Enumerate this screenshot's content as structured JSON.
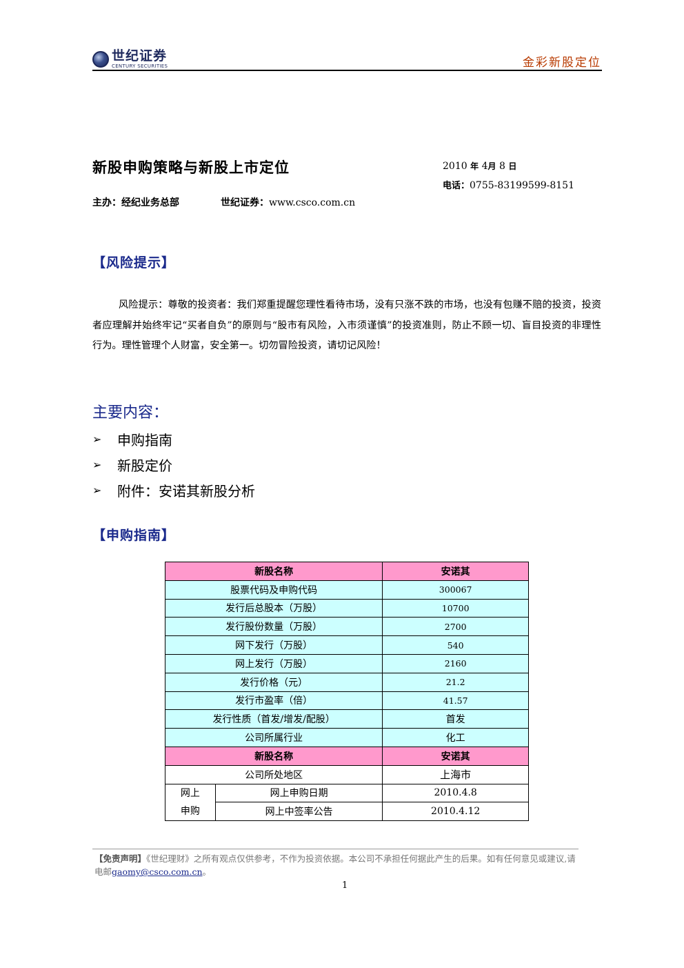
{
  "header": {
    "logo_cn": "世纪证券",
    "logo_en": "CENTURY SECURITIES",
    "right_title": "金彩新股定位"
  },
  "doc": {
    "title": "新股申购策略与新股上市定位",
    "date_year": "2010",
    "date_year_unit": "年",
    "date_month": "4",
    "date_month_unit": "月",
    "date_day": "8",
    "date_day_unit": "日",
    "phone_label": "电话：",
    "phone": "0755-83199599-8151",
    "host_label": "主办：",
    "host": "经纪业务总部",
    "site_label": "世纪证券：",
    "site": "www.csco.com.cn"
  },
  "risk": {
    "heading": "【风险提示】",
    "text": "风险提示：尊敬的投资者：我们郑重提醒您理性看待市场，没有只涨不跌的市场，也没有包赚不赔的投资，投资者应理解并始终牢记“买者自负”的原则与“股市有风险，入市须谨慎”的投资准则，防止不顾一切、盲目投资的非理性行为。理性管理个人财富，安全第一。切勿冒险投资，请切记风险！"
  },
  "main": {
    "heading": "主要内容：",
    "items": [
      "申购指南",
      "新股定价",
      "附件：安诺其新股分析"
    ]
  },
  "guide": {
    "heading": "【申购指南】",
    "rows": [
      {
        "label": "新股名称",
        "value": "安诺其",
        "style": "pink"
      },
      {
        "label": "股票代码及申购代码",
        "value": "300067",
        "style": "cyan"
      },
      {
        "label": "发行后总股本（万股）",
        "value": "10700",
        "style": "cyan"
      },
      {
        "label": "发行股份数量（万股）",
        "value": "2700",
        "style": "cyan"
      },
      {
        "label": "网下发行（万股）",
        "value": "540",
        "style": "cyan"
      },
      {
        "label": "网上发行（万股）",
        "value": "2160",
        "style": "cyan"
      },
      {
        "label": "发行价格（元）",
        "value": "21.2",
        "style": "cyan"
      },
      {
        "label": "发行市盈率（倍）",
        "value": "41.57",
        "style": "cyan"
      },
      {
        "label": "发行性质（首发/增发/配股）",
        "value": "首发",
        "style": "cyan"
      },
      {
        "label": "公司所属行业",
        "value": "化工",
        "style": "cyan"
      },
      {
        "label": "新股名称",
        "value": "安诺其",
        "style": "pink"
      },
      {
        "label": "公司所处地区",
        "value": "上海市",
        "style": "white"
      }
    ],
    "online_group": {
      "label_line1": "网上",
      "label_line2": "申购",
      "rows": [
        {
          "label": "网上申购日期",
          "value": "2010.4.8"
        },
        {
          "label": "网上中签率公告",
          "value": "2010.4.12"
        }
      ]
    }
  },
  "footer": {
    "disclaimer_label": "【免责声明】",
    "disclaimer_text": "《世纪理财》之所有观点仅供参考，不作为投资依据。本公司不承担任何据此产生的后果。如有任何意见或建议,请电邮",
    "email": "gaomy@csco.com.cn",
    "end_mark": "。",
    "page_number": "1"
  }
}
